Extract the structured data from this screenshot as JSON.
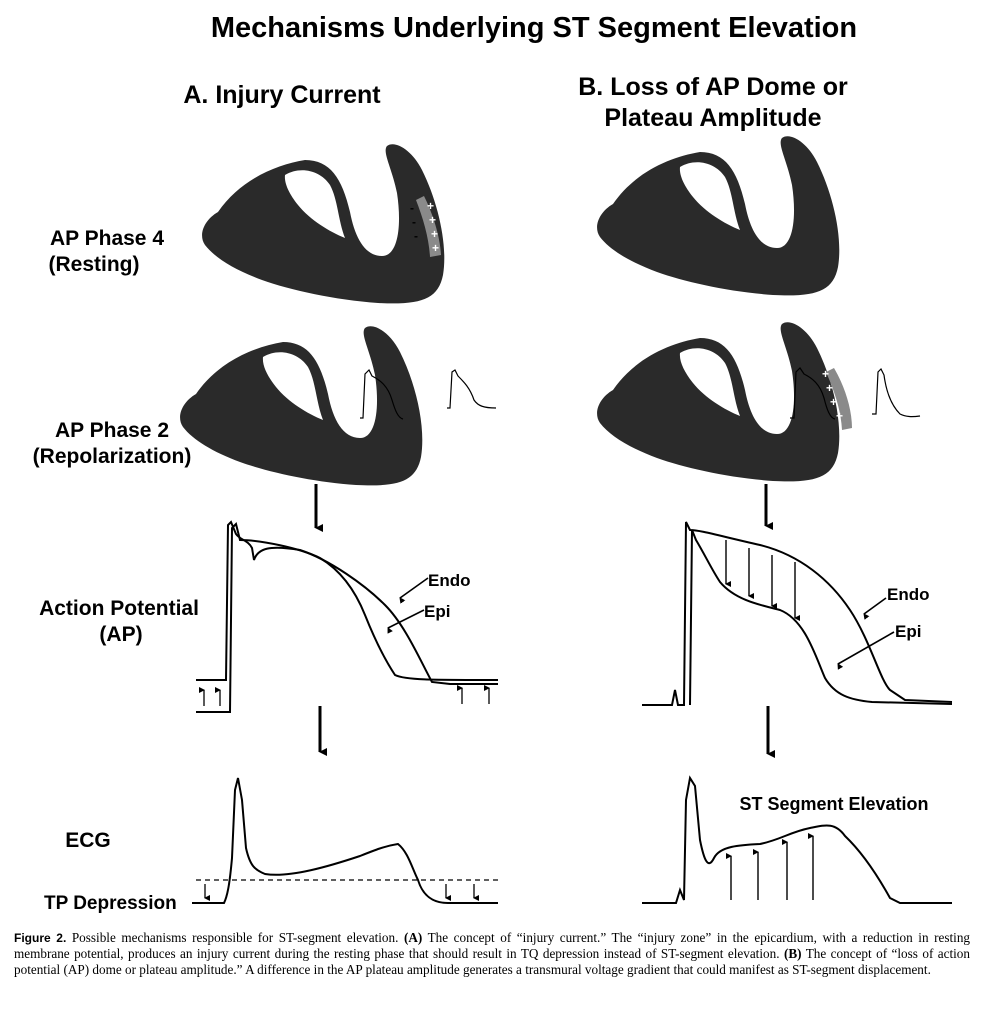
{
  "title": "Mechanisms Underlying ST Segment Elevation",
  "panel_a": {
    "title": "A. Injury Current"
  },
  "panel_b": {
    "title_line1": "B. Loss of AP Dome or",
    "title_line2": "Plateau Amplitude"
  },
  "row_labels": {
    "phase4_line1": "AP Phase 4",
    "phase4_line2": "(Resting)",
    "phase2_line1": "AP Phase 2",
    "phase2_line2": "(Repolarization)",
    "ap_line1": "Action Potential",
    "ap_line2": "(AP)",
    "ecg": "ECG",
    "tp_depression": "TP Depression"
  },
  "trace_labels": {
    "endo": "Endo",
    "epi": "Epi"
  },
  "st_elevation_label": "ST Segment Elevation",
  "charge_signs": {
    "plus": "+",
    "minus": "-"
  },
  "colors": {
    "heart": "#2a2a2a",
    "injury_zone": "#8a8a8a",
    "ink": "#000000"
  },
  "caption": {
    "figure_label": "Figure 2.",
    "intro": " Possible mechanisms responsible for ST-segment elevation. ",
    "a_label": "(A)",
    "a_text": " The concept of “injury current.” The “injury zone” in the epicardium, with a reduction in resting membrane potential, produces an injury current during the resting phase that should result in TQ depression instead of ST-segment elevation. ",
    "b_label": "(B)",
    "b_text": " The concept of “loss of action potential (AP) dome or plateau amplitude.” A difference in the AP plateau amplitude generates a transmural voltage gradient that could manifest as ST-segment displacement."
  }
}
